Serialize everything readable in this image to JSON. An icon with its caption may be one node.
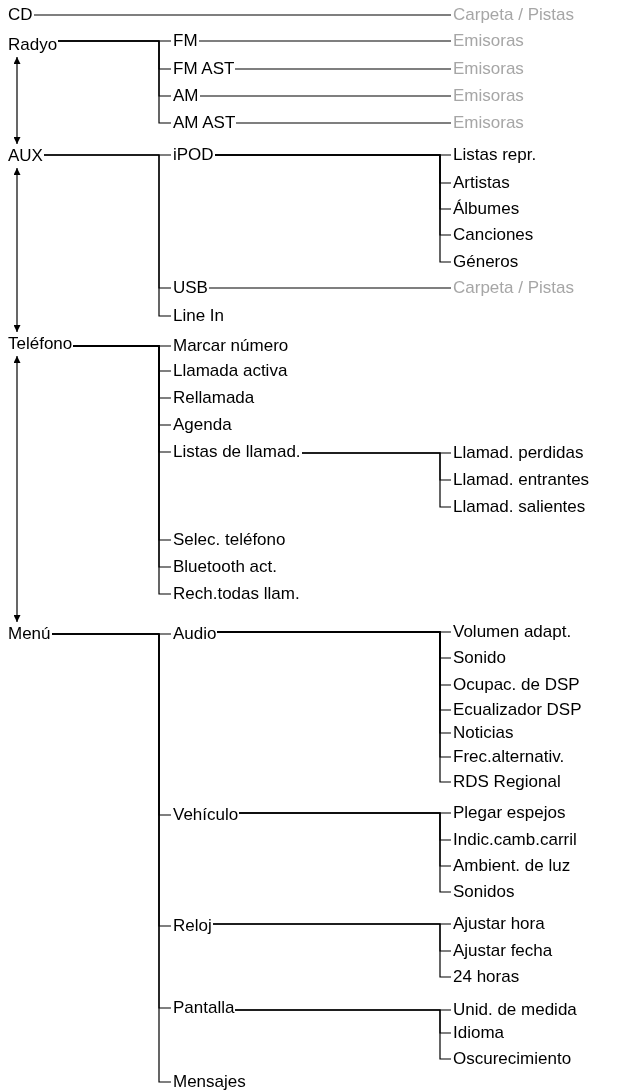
{
  "diagram": {
    "nodes": [
      {
        "text": [
          "CD"
        ]
      },
      {
        "text": [
          "Carpeta / Pistas"
        ]
      },
      {
        "text": [
          "Radyo"
        ]
      },
      {
        "text": [
          "FM"
        ]
      },
      {
        "text": [
          "Emisoras"
        ]
      },
      {
        "text": [
          "FM AST"
        ]
      },
      {
        "text": [
          "Emisoras"
        ]
      },
      {
        "text": [
          "AM"
        ]
      },
      {
        "text": [
          "Emisoras"
        ]
      },
      {
        "text": [
          "AM AST"
        ]
      },
      {
        "text": [
          "Emisoras"
        ]
      },
      {
        "text": [
          "AUX"
        ]
      },
      {
        "text": [
          "iPOD"
        ]
      },
      {
        "text": [
          "Listas repr."
        ]
      },
      {
        "text": [
          "Artistas"
        ]
      },
      {
        "text": [
          "Álbumes"
        ]
      },
      {
        "text": [
          "Canciones"
        ]
      },
      {
        "text": [
          "Géneros"
        ]
      },
      {
        "text": [
          "USB"
        ]
      },
      {
        "text": [
          "Carpeta / Pistas"
        ]
      },
      {
        "text": [
          "Line In"
        ]
      },
      {
        "text": [
          "Teléfono"
        ]
      },
      {
        "text": [
          "Marcar número"
        ]
      },
      {
        "text": [
          "Llamada activa"
        ]
      },
      {
        "text": [
          "Rellamada"
        ]
      },
      {
        "text": [
          "Agenda"
        ]
      },
      {
        "text": [
          "Listas de llamad."
        ]
      },
      {
        "text": [
          "Llamad. perdidas"
        ]
      },
      {
        "text": [
          "Llamad. entrantes"
        ]
      },
      {
        "text": [
          "Llamad. salientes"
        ]
      },
      {
        "text": [
          "Selec. teléfono"
        ]
      },
      {
        "text": [
          "Bluetooth act."
        ]
      },
      {
        "text": [
          "Rech.todas llam."
        ]
      },
      {
        "text": [
          "Menú"
        ]
      },
      {
        "text": [
          "Audio"
        ]
      },
      {
        "text": [
          "Volumen adapt."
        ]
      },
      {
        "text": [
          "Sonido"
        ]
      },
      {
        "text": [
          "Ocupac. de DSP"
        ]
      },
      {
        "text": [
          "Ecualizador DSP"
        ]
      },
      {
        "text": [
          "Noticias"
        ]
      },
      {
        "text": [
          "Frec.alternativ."
        ]
      },
      {
        "text": [
          "RDS Regional"
        ]
      },
      {
        "text": [
          "Vehículo"
        ]
      },
      {
        "text": [
          "Plegar espejos"
        ]
      },
      {
        "text": [
          "Indic.camb.carril"
        ]
      },
      {
        "text": [
          "Ambient. de luz"
        ]
      },
      {
        "text": [
          "Sonidos"
        ]
      },
      {
        "text": [
          "Reloj"
        ]
      },
      {
        "text": [
          "Ajustar hora"
        ]
      },
      {
        "text": [
          "Ajustar fecha"
        ]
      },
      {
        "text": [
          "24 horas"
        ]
      },
      {
        "text": [
          "Pantalla"
        ]
      },
      {
        "text": [
          "Unid. de medida"
        ]
      },
      {
        "text": [
          "Idioma"
        ]
      },
      {
        "text": [
          "Oscurecimiento"
        ]
      },
      {
        "text": [
          "Mensajes"
        ]
      }
    ],
    "edges": [
      {
        "from": 0,
        "to": 1,
        "arrow": "none"
      },
      {
        "from": 2,
        "to": 3,
        "arrow": "none"
      },
      {
        "from": 2,
        "to": 5,
        "arrow": "none"
      },
      {
        "from": 2,
        "to": 7,
        "arrow": "none"
      },
      {
        "from": 2,
        "to": 9,
        "arrow": "none"
      },
      {
        "from": 3,
        "to": 4,
        "arrow": "none"
      },
      {
        "from": 5,
        "to": 6,
        "arrow": "none"
      },
      {
        "from": 7,
        "to": 8,
        "arrow": "none"
      },
      {
        "from": 9,
        "to": 10,
        "arrow": "none"
      },
      {
        "from": 2,
        "to": 11,
        "arrow": "both"
      },
      {
        "from": 11,
        "to": 12,
        "arrow": "none"
      },
      {
        "from": 11,
        "to": 18,
        "arrow": "none"
      },
      {
        "from": 11,
        "to": 20,
        "arrow": "none"
      },
      {
        "from": 12,
        "to": 13,
        "arrow": "none"
      },
      {
        "from": 12,
        "to": 14,
        "arrow": "none"
      },
      {
        "from": 12,
        "to": 15,
        "arrow": "none"
      },
      {
        "from": 12,
        "to": 16,
        "arrow": "none"
      },
      {
        "from": 12,
        "to": 17,
        "arrow": "none"
      },
      {
        "from": 18,
        "to": 19,
        "arrow": "none"
      },
      {
        "from": 11,
        "to": 21,
        "arrow": "both"
      },
      {
        "from": 21,
        "to": 22,
        "arrow": "none"
      },
      {
        "from": 21,
        "to": 23,
        "arrow": "none"
      },
      {
        "from": 21,
        "to": 24,
        "arrow": "none"
      },
      {
        "from": 21,
        "to": 25,
        "arrow": "none"
      },
      {
        "from": 21,
        "to": 26,
        "arrow": "none"
      },
      {
        "from": 21,
        "to": 30,
        "arrow": "none"
      },
      {
        "from": 21,
        "to": 31,
        "arrow": "none"
      },
      {
        "from": 21,
        "to": 32,
        "arrow": "none"
      },
      {
        "from": 26,
        "to": 27,
        "arrow": "none"
      },
      {
        "from": 26,
        "to": 28,
        "arrow": "none"
      },
      {
        "from": 26,
        "to": 29,
        "arrow": "none"
      },
      {
        "from": 21,
        "to": 33,
        "arrow": "both"
      },
      {
        "from": 33,
        "to": 34,
        "arrow": "none"
      },
      {
        "from": 33,
        "to": 42,
        "arrow": "none"
      },
      {
        "from": 33,
        "to": 47,
        "arrow": "none"
      },
      {
        "from": 33,
        "to": 51,
        "arrow": "none"
      },
      {
        "from": 33,
        "to": 55,
        "arrow": "none"
      },
      {
        "from": 34,
        "to": 35,
        "arrow": "none"
      },
      {
        "from": 34,
        "to": 36,
        "arrow": "none"
      },
      {
        "from": 34,
        "to": 37,
        "arrow": "none"
      },
      {
        "from": 34,
        "to": 38,
        "arrow": "none"
      },
      {
        "from": 34,
        "to": 39,
        "arrow": "none"
      },
      {
        "from": 34,
        "to": 40,
        "arrow": "none"
      },
      {
        "from": 34,
        "to": 41,
        "arrow": "none"
      },
      {
        "from": 42,
        "to": 43,
        "arrow": "none"
      },
      {
        "from": 42,
        "to": 44,
        "arrow": "none"
      },
      {
        "from": 42,
        "to": 45,
        "arrow": "none"
      },
      {
        "from": 42,
        "to": 46,
        "arrow": "none"
      },
      {
        "from": 47,
        "to": 48,
        "arrow": "none"
      },
      {
        "from": 47,
        "to": 49,
        "arrow": "none"
      },
      {
        "from": 47,
        "to": 50,
        "arrow": "none"
      },
      {
        "from": 51,
        "to": 52,
        "arrow": "none"
      },
      {
        "from": 51,
        "to": 53,
        "arrow": "none"
      },
      {
        "from": 51,
        "to": 54,
        "arrow": "none"
      }
    ]
  }
}
